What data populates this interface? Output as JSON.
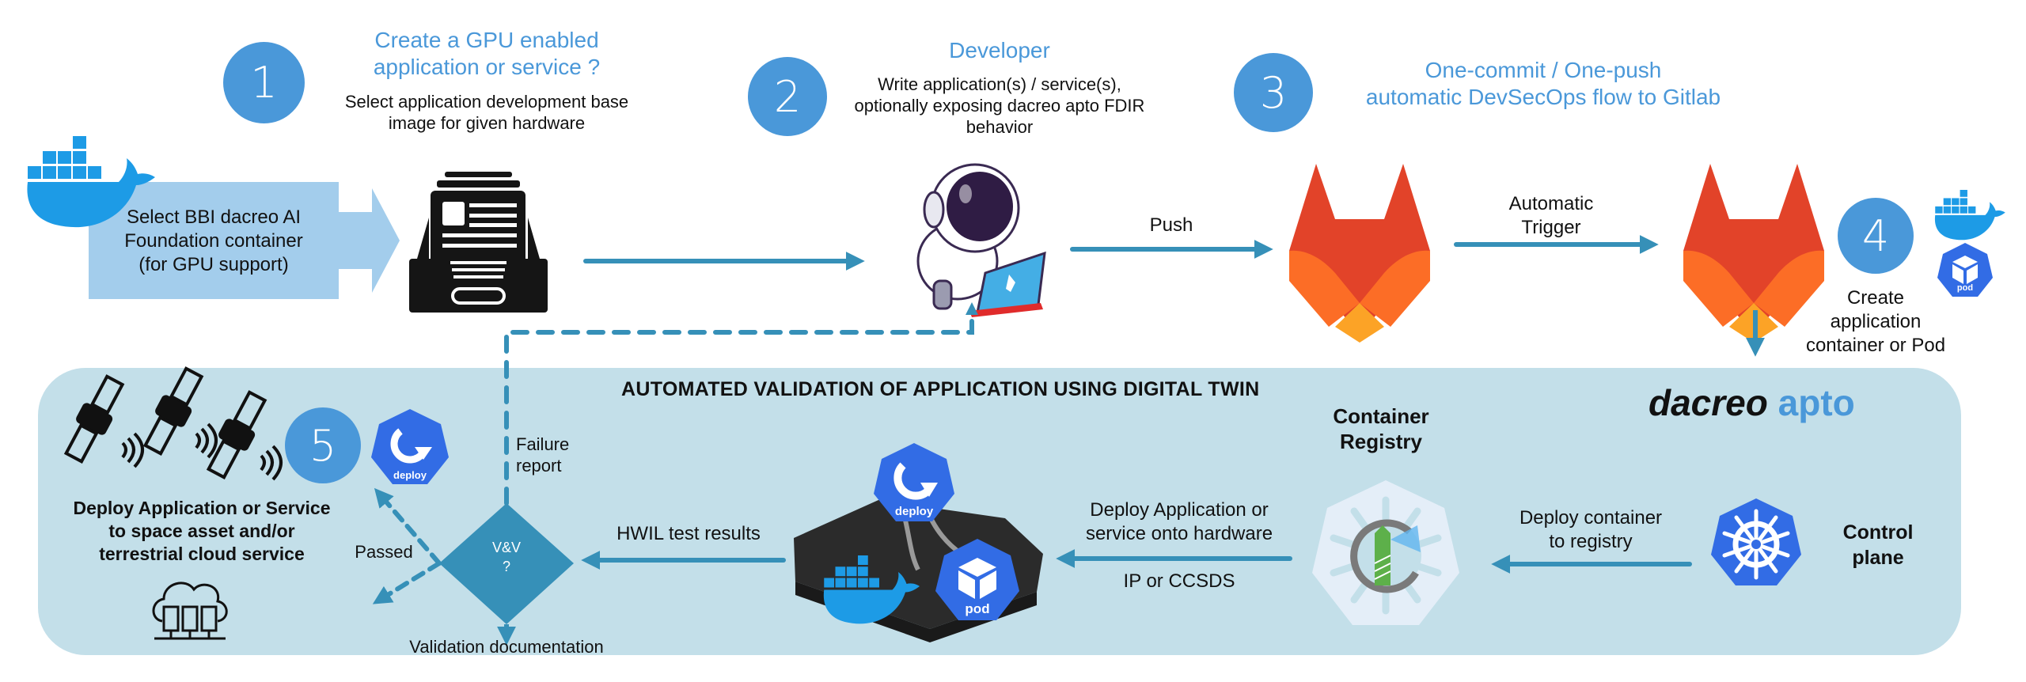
{
  "colors": {
    "step_circle": "#4a98d9",
    "heading": "#4a98d9",
    "arrow": "#3690b8",
    "panel": "#c3dfe9",
    "blue_box": "#a3cdec",
    "k8s_blue": "#326ce5",
    "docker_blue": "#1d9be6",
    "gitlab_red": "#e24329",
    "gitlab_orange": "#fc6d26",
    "gitlab_yellow": "#fca326"
  },
  "steps": [
    {
      "number": "1",
      "heading": [
        "Create a GPU enabled",
        "application or service ?"
      ],
      "description": [
        "Select application development base",
        "image for given hardware"
      ]
    },
    {
      "number": "2",
      "heading": [
        "Developer"
      ],
      "description": [
        "Write application(s) / service(s),",
        "optionally exposing dacreo apto FDIR",
        "behavior"
      ]
    },
    {
      "number": "3",
      "heading": [
        "One-commit / One-push",
        "automatic DevSecOps flow to Gitlab"
      ]
    },
    {
      "number": "4",
      "description": [
        "Create",
        "application",
        "container or Pod"
      ]
    },
    {
      "number": "5"
    }
  ],
  "foundation_box": [
    "Select BBI dacreo AI",
    "Foundation container",
    "(for GPU support)"
  ],
  "arrows": {
    "push": "Push",
    "automatic_trigger": [
      "Automatic",
      "Trigger"
    ],
    "deploy_container_to_registry": [
      "Deploy container",
      "to registry"
    ],
    "deploy_onto_hardware": [
      "Deploy Application or",
      "service onto hardware"
    ],
    "transport": "IP or CCSDS",
    "hwil_results": "HWIL test results",
    "failure_report": [
      "Failure",
      "report"
    ],
    "passed": "Passed",
    "validation_documentation": "Validation documentation"
  },
  "panel": {
    "title": "AUTOMATED VALIDATION OF APPLICATION USING DIGITAL TWIN",
    "logo_part1": "dacreo",
    "logo_part2": "apto",
    "container_registry": [
      "Container",
      "Registry"
    ],
    "control_plane": [
      "Control",
      "plane"
    ],
    "decision": [
      "V&V",
      "?"
    ],
    "deploy_target": [
      "Deploy Application or Service",
      "to space asset and/or",
      "terrestrial cloud service"
    ]
  },
  "icons": {
    "deploy_label": "deploy",
    "pod_label": "pod"
  }
}
